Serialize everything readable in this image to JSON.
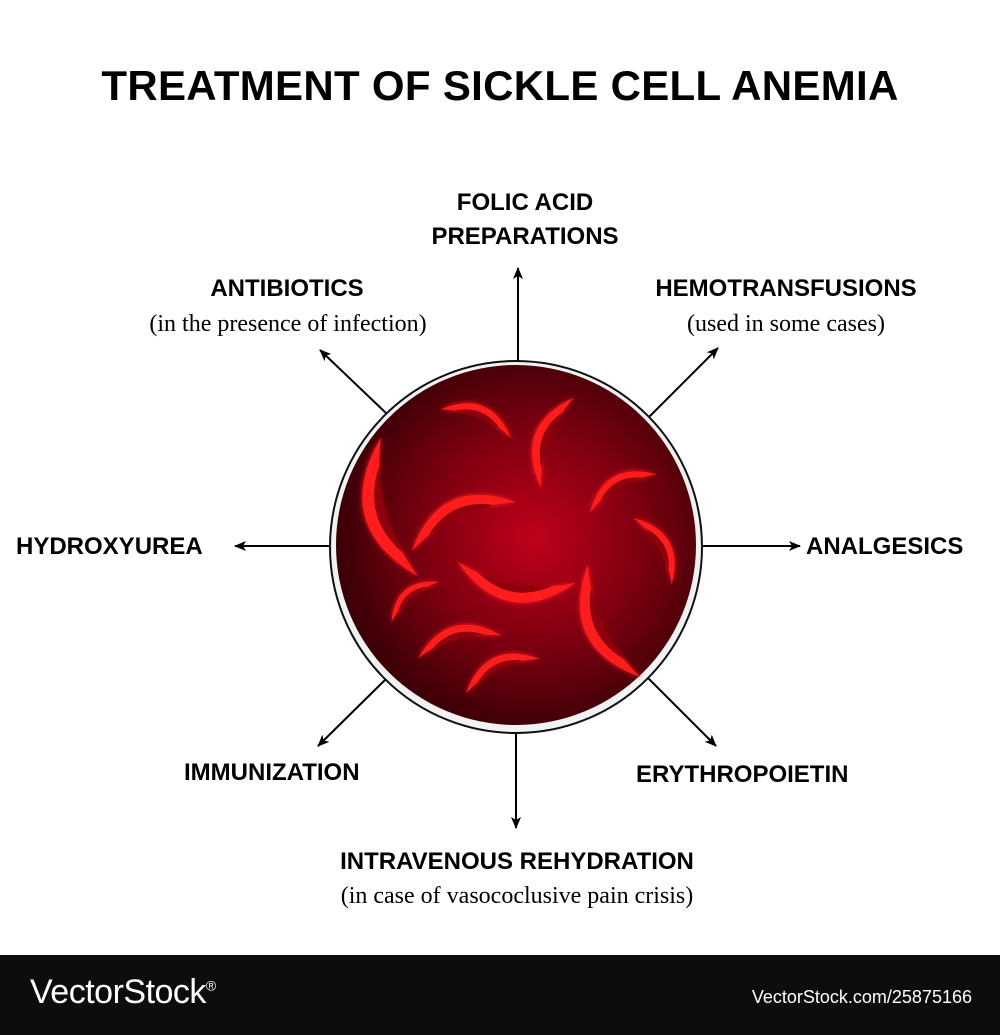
{
  "title": "TREATMENT OF SICKLE CELL ANEMIA",
  "treatments": {
    "folic_acid": {
      "line1": "FOLIC ACID",
      "line2": "PREPARATIONS"
    },
    "antibiotics": {
      "label": "ANTIBIOTICS",
      "note": "(in the presence of infection)"
    },
    "hemotransfusions": {
      "label": "HEMOTRANSFUSIONS",
      "note": "(used in some cases)"
    },
    "hydroxyurea": {
      "label": "HYDROXYUREA"
    },
    "analgesics": {
      "label": "ANALGESICS"
    },
    "immunization": {
      "label": "IMMUNIZATION"
    },
    "erythropoietin": {
      "label": "ERYTHROPOIETIN"
    },
    "intravenous": {
      "label": "INTRAVENOUS REHYDRATION",
      "note": "(in case of vasococlusive pain crisis)"
    }
  },
  "colors": {
    "cell_dark": "#4a0006",
    "cell_mid": "#a3000f",
    "sickle": "#ff1a1a",
    "arrow": "#000000"
  },
  "footer": {
    "brand": "VectorStock",
    "brand_mark": "®",
    "image_id": "VectorStock.com/25875166"
  }
}
